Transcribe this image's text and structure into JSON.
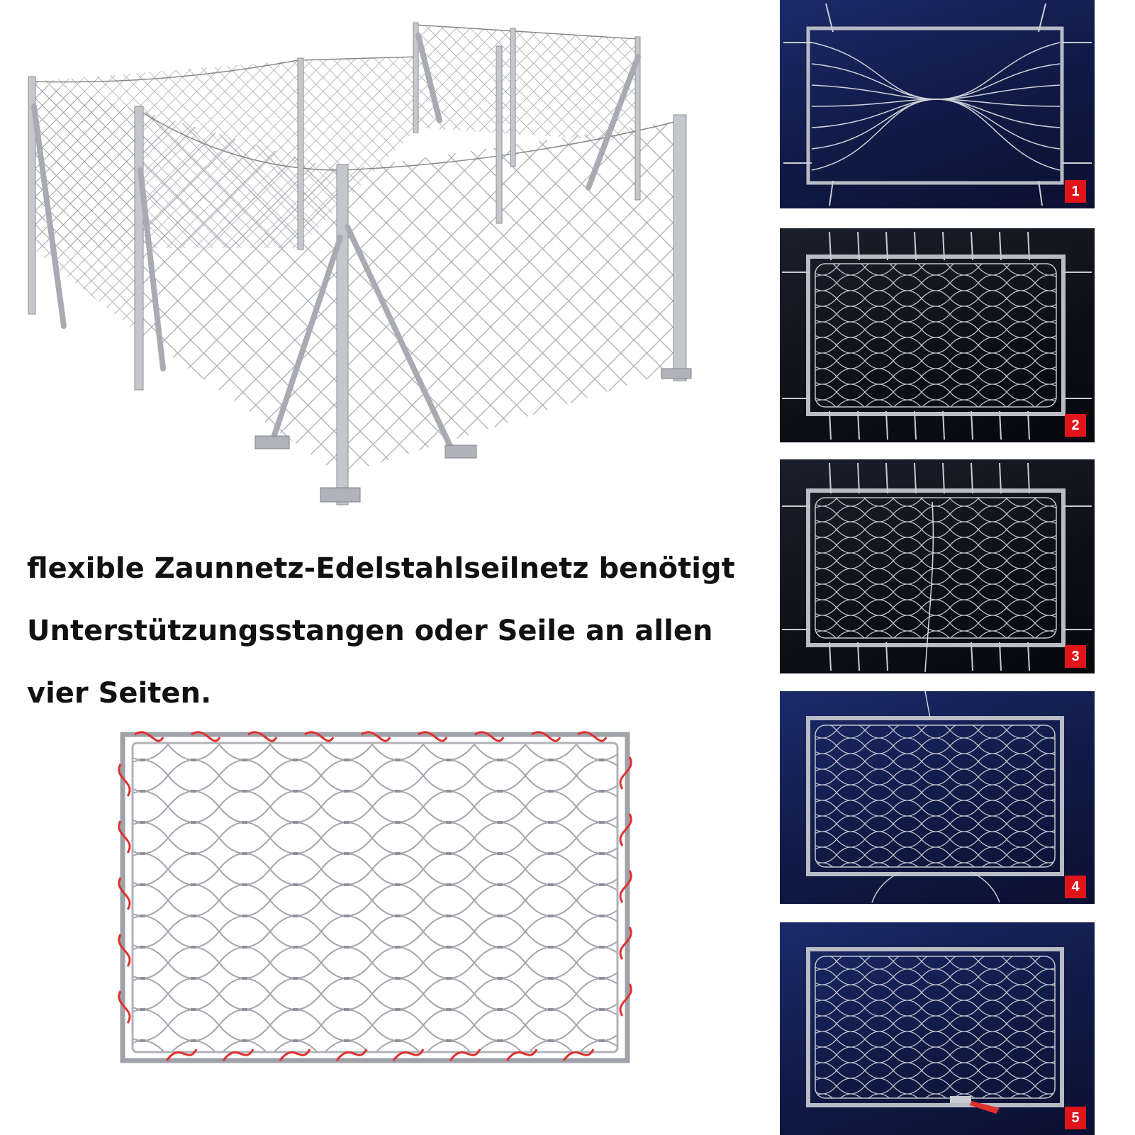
{
  "caption": {
    "line1": "flexible Zaunnetz-Edelstahlseilnetz benötigt",
    "line2": "Unterstützungsstangen oder Seile an allen",
    "line3": "vier Seiten."
  },
  "steps": [
    {
      "number": "1"
    },
    {
      "number": "2"
    },
    {
      "number": "3"
    },
    {
      "number": "4"
    },
    {
      "number": "5"
    }
  ],
  "colors": {
    "accent_red": "#e1141a",
    "lacing_red": "#e03030",
    "frame_gray": "#b9bcc2",
    "panel_blue": "#1b2a6a"
  },
  "icons": {
    "fence": "chain-link-fence-enclosure-illustration",
    "net": "stainless-rope-net-in-frame-illustration"
  }
}
